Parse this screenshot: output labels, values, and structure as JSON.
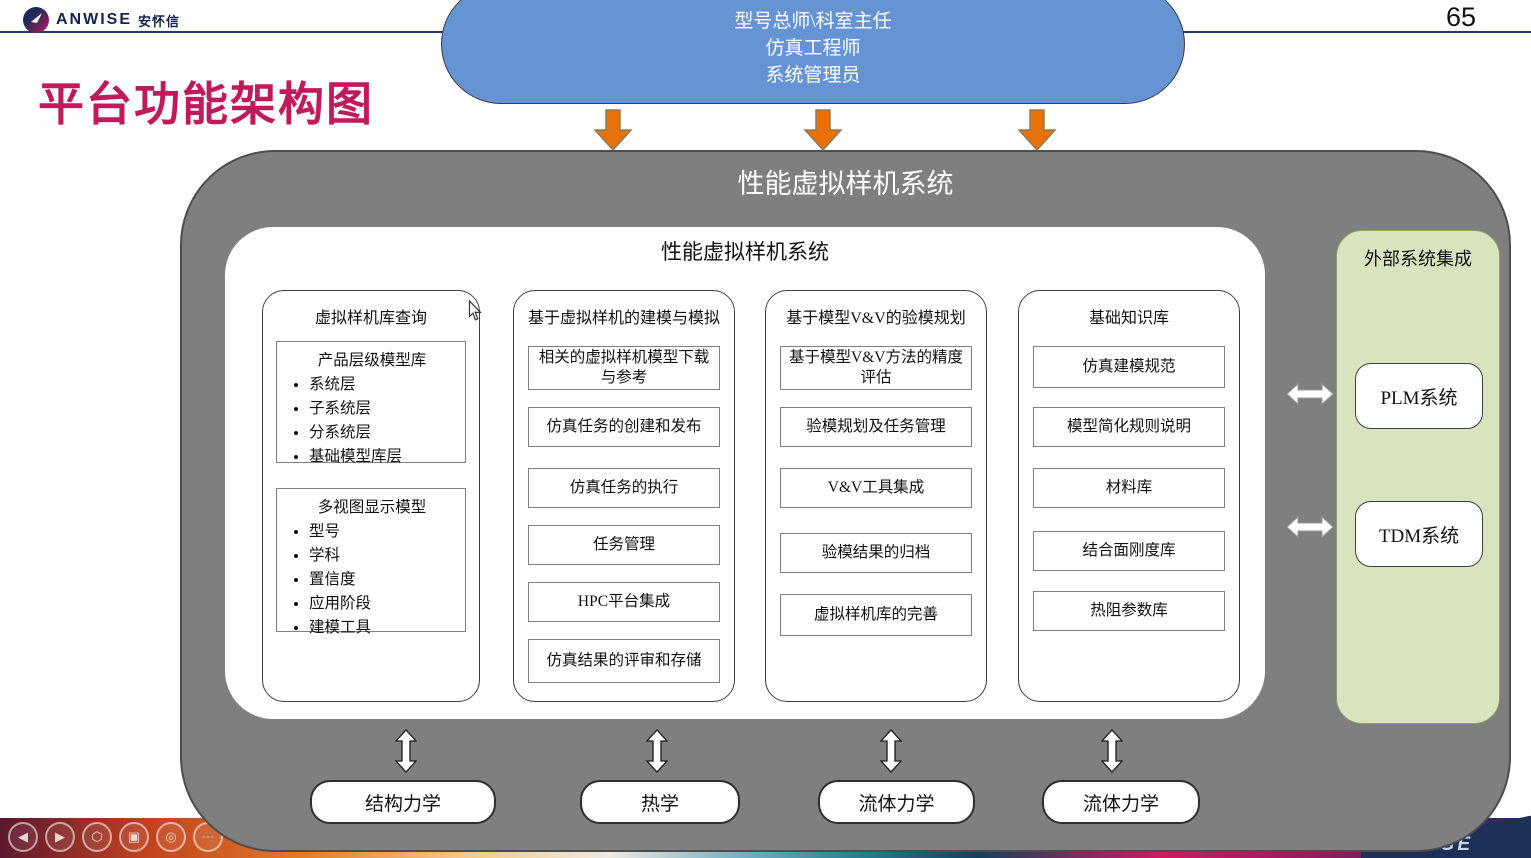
{
  "header": {
    "logo_text": "ANWISE",
    "logo_suffix": "安怀信",
    "page_number": "65"
  },
  "title": "平台功能架构图",
  "actors": {
    "line1": "型号总师\\科室主任",
    "line2": "仿真工程师",
    "line3": "系统管理员"
  },
  "system": {
    "outer_title": "性能虚拟样机系统",
    "inner_title": "性能虚拟样机系统",
    "columns": [
      {
        "title": "虚拟样机库查询",
        "groups": [
          {
            "title": "产品层级模型库",
            "bullets": [
              "系统层",
              "子系统层",
              "分系统层",
              "基础模型库层"
            ]
          },
          {
            "title": "多视图显示模型",
            "bullets": [
              "型号",
              "学科",
              "置信度",
              "应用阶段",
              "建模工具"
            ]
          }
        ]
      },
      {
        "title": "基于虚拟样机的建模与模拟",
        "items": [
          "相关的虚拟样机模型下载与参考",
          "仿真任务的创建和发布",
          "仿真任务的执行",
          "任务管理",
          "HPC平台集成",
          "仿真结果的评审和存储"
        ]
      },
      {
        "title": "基于模型V&V的验模规划",
        "items": [
          "基于模型V&V方法的精度评估",
          "验模规划及任务管理",
          "V&V工具集成",
          "验模结果的归档",
          "虚拟样机库的完善"
        ]
      },
      {
        "title": "基础知识库",
        "items": [
          "仿真建模规范",
          "模型简化规则说明",
          "材料库",
          "结合面刚度库",
          "热阻参数库"
        ]
      }
    ]
  },
  "external": {
    "title": "外部系统集成",
    "systems": [
      "PLM系统",
      "TDM系统"
    ]
  },
  "disciplines": [
    "结构力学",
    "热学",
    "流体力学",
    "流体力学"
  ],
  "footer": {
    "brand_fragment": "GE",
    "controls": [
      {
        "name": "prev",
        "glyph": "◀"
      },
      {
        "name": "next",
        "glyph": "▶"
      },
      {
        "name": "hexagon",
        "glyph": "⬡"
      },
      {
        "name": "frame",
        "glyph": "▣"
      },
      {
        "name": "zoom",
        "glyph": "◎"
      },
      {
        "name": "more",
        "glyph": "⋯"
      }
    ]
  },
  "colors": {
    "accent_title": "#c0195c",
    "actor_fill": "#6593d4",
    "panel_gray": "#7f7f7f",
    "panel_green": "#d8e4bd",
    "arrow_orange": "#e8710a",
    "header_line": "#1f3864",
    "footer_navy": "#1f3057"
  }
}
